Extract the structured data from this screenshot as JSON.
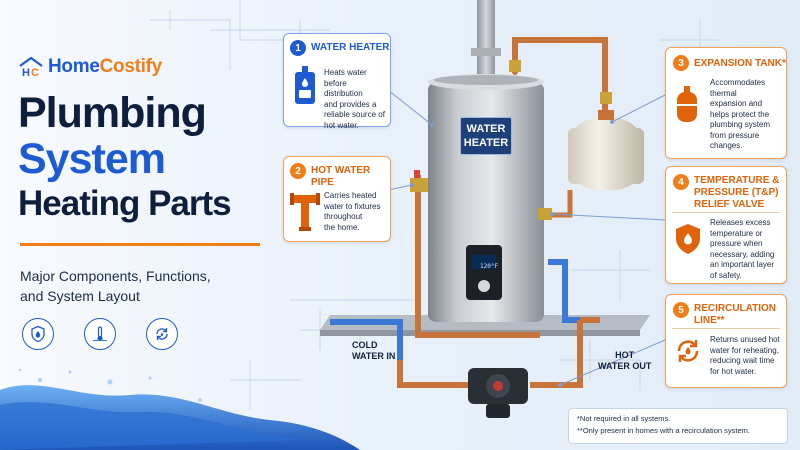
{
  "brand": {
    "name_part1": "Home",
    "name_part2": "Costify",
    "logo_icon": "house-hc-logo-icon"
  },
  "title": {
    "line1": "Plumbing",
    "line2": "System",
    "line3": "Heating Parts"
  },
  "subtitle": {
    "line1": "Major Components, Functions,",
    "line2": "and System Layout"
  },
  "badges": [
    {
      "icon": "water-drop-shield-icon"
    },
    {
      "icon": "thermometer-icon"
    },
    {
      "icon": "recirculation-arrows-icon"
    }
  ],
  "tank": {
    "label_line1": "WATER",
    "label_line2": "HEATER",
    "display": "120°F"
  },
  "callouts": [
    {
      "num": "1",
      "title": "WATER HEATER",
      "desc": [
        "Heats water",
        "before distribution",
        "and provides a",
        "reliable source of",
        "hot water."
      ],
      "icon": "water-heater-icon"
    },
    {
      "num": "2",
      "title": "HOT WATER PIPE",
      "desc": [
        "Carries heated",
        "water to fixtures",
        "throughout",
        "the home."
      ],
      "icon": "pipe-tee-icon"
    },
    {
      "num": "3",
      "title": "EXPANSION TANK*",
      "desc": [
        "Accommodates",
        "thermal",
        "expansion and",
        "helps protect the",
        "plumbing system",
        "from pressure",
        "changes."
      ],
      "icon": "expansion-tank-icon"
    },
    {
      "num": "4",
      "title_line1": "TEMPERATURE &",
      "title_line2": "PRESSURE (T&P)",
      "title_line3": "RELIEF VALVE",
      "desc": [
        "Releases excess",
        "temperature or",
        "pressure when",
        "necessary, adding",
        "an important layer",
        "of safety."
      ],
      "icon": "safety-shield-drop-icon"
    },
    {
      "num": "5",
      "title_line1": "RECIRCULATION",
      "title_line2": "LINE**",
      "desc": [
        "Returns unused hot",
        "water for reheating,",
        "reducing wait time",
        "for hot water."
      ],
      "icon": "recirculation-icon"
    }
  ],
  "labels": {
    "cold_line1": "COLD",
    "cold_line2": "WATER IN",
    "hot_line1": "HOT",
    "hot_line2": "WATER OUT"
  },
  "footnotes": {
    "line1": "*Not required in all systems.",
    "line2": "**Only present in homes with a recirculation system."
  },
  "colors": {
    "brand_blue": "#1e5bd0",
    "accent_orange": "#f07d18",
    "dark_navy": "#0e1f3d",
    "copper": "#c8733a",
    "cold_blue": "#2f6fd8"
  }
}
